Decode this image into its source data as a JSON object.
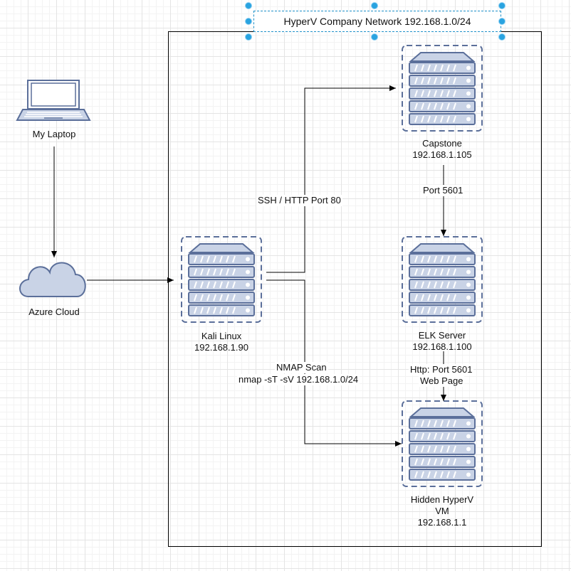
{
  "diagram": {
    "title": "HyperV Company Network 192.168.1.0/24",
    "nodes": {
      "laptop": {
        "label": "My Laptop",
        "icon": "laptop-icon"
      },
      "cloud": {
        "label": "Azure Cloud",
        "icon": "cloud-icon"
      },
      "kali": {
        "name": "Kali Linux",
        "ip": "192.168.1.90",
        "icon": "server-icon"
      },
      "capstone": {
        "name": "Capstone",
        "ip": "192.168.1.105",
        "icon": "server-icon"
      },
      "elk": {
        "name": "ELK Server",
        "ip": "192.168.1.100",
        "icon": "server-icon"
      },
      "hidden": {
        "name_line1": "Hidden HyperV",
        "name_line2": "VM",
        "ip": "192.168.1.1",
        "icon": "server-icon"
      }
    },
    "edges": {
      "kali_capstone": "SSH / HTTP Port 80",
      "capstone_elk": "Port 5601",
      "elk_hidden_line1": "Http: Port 5601",
      "elk_hidden_line2": "Web Page",
      "kali_hidden_line1": "NMAP Scan",
      "kali_hidden_line2": "nmap -sT -sV 192.168.1.0/24"
    }
  },
  "colors": {
    "server_fill": "#c9d3e6",
    "server_stroke": "#5b6f9a",
    "accent": "#29a3e0"
  }
}
